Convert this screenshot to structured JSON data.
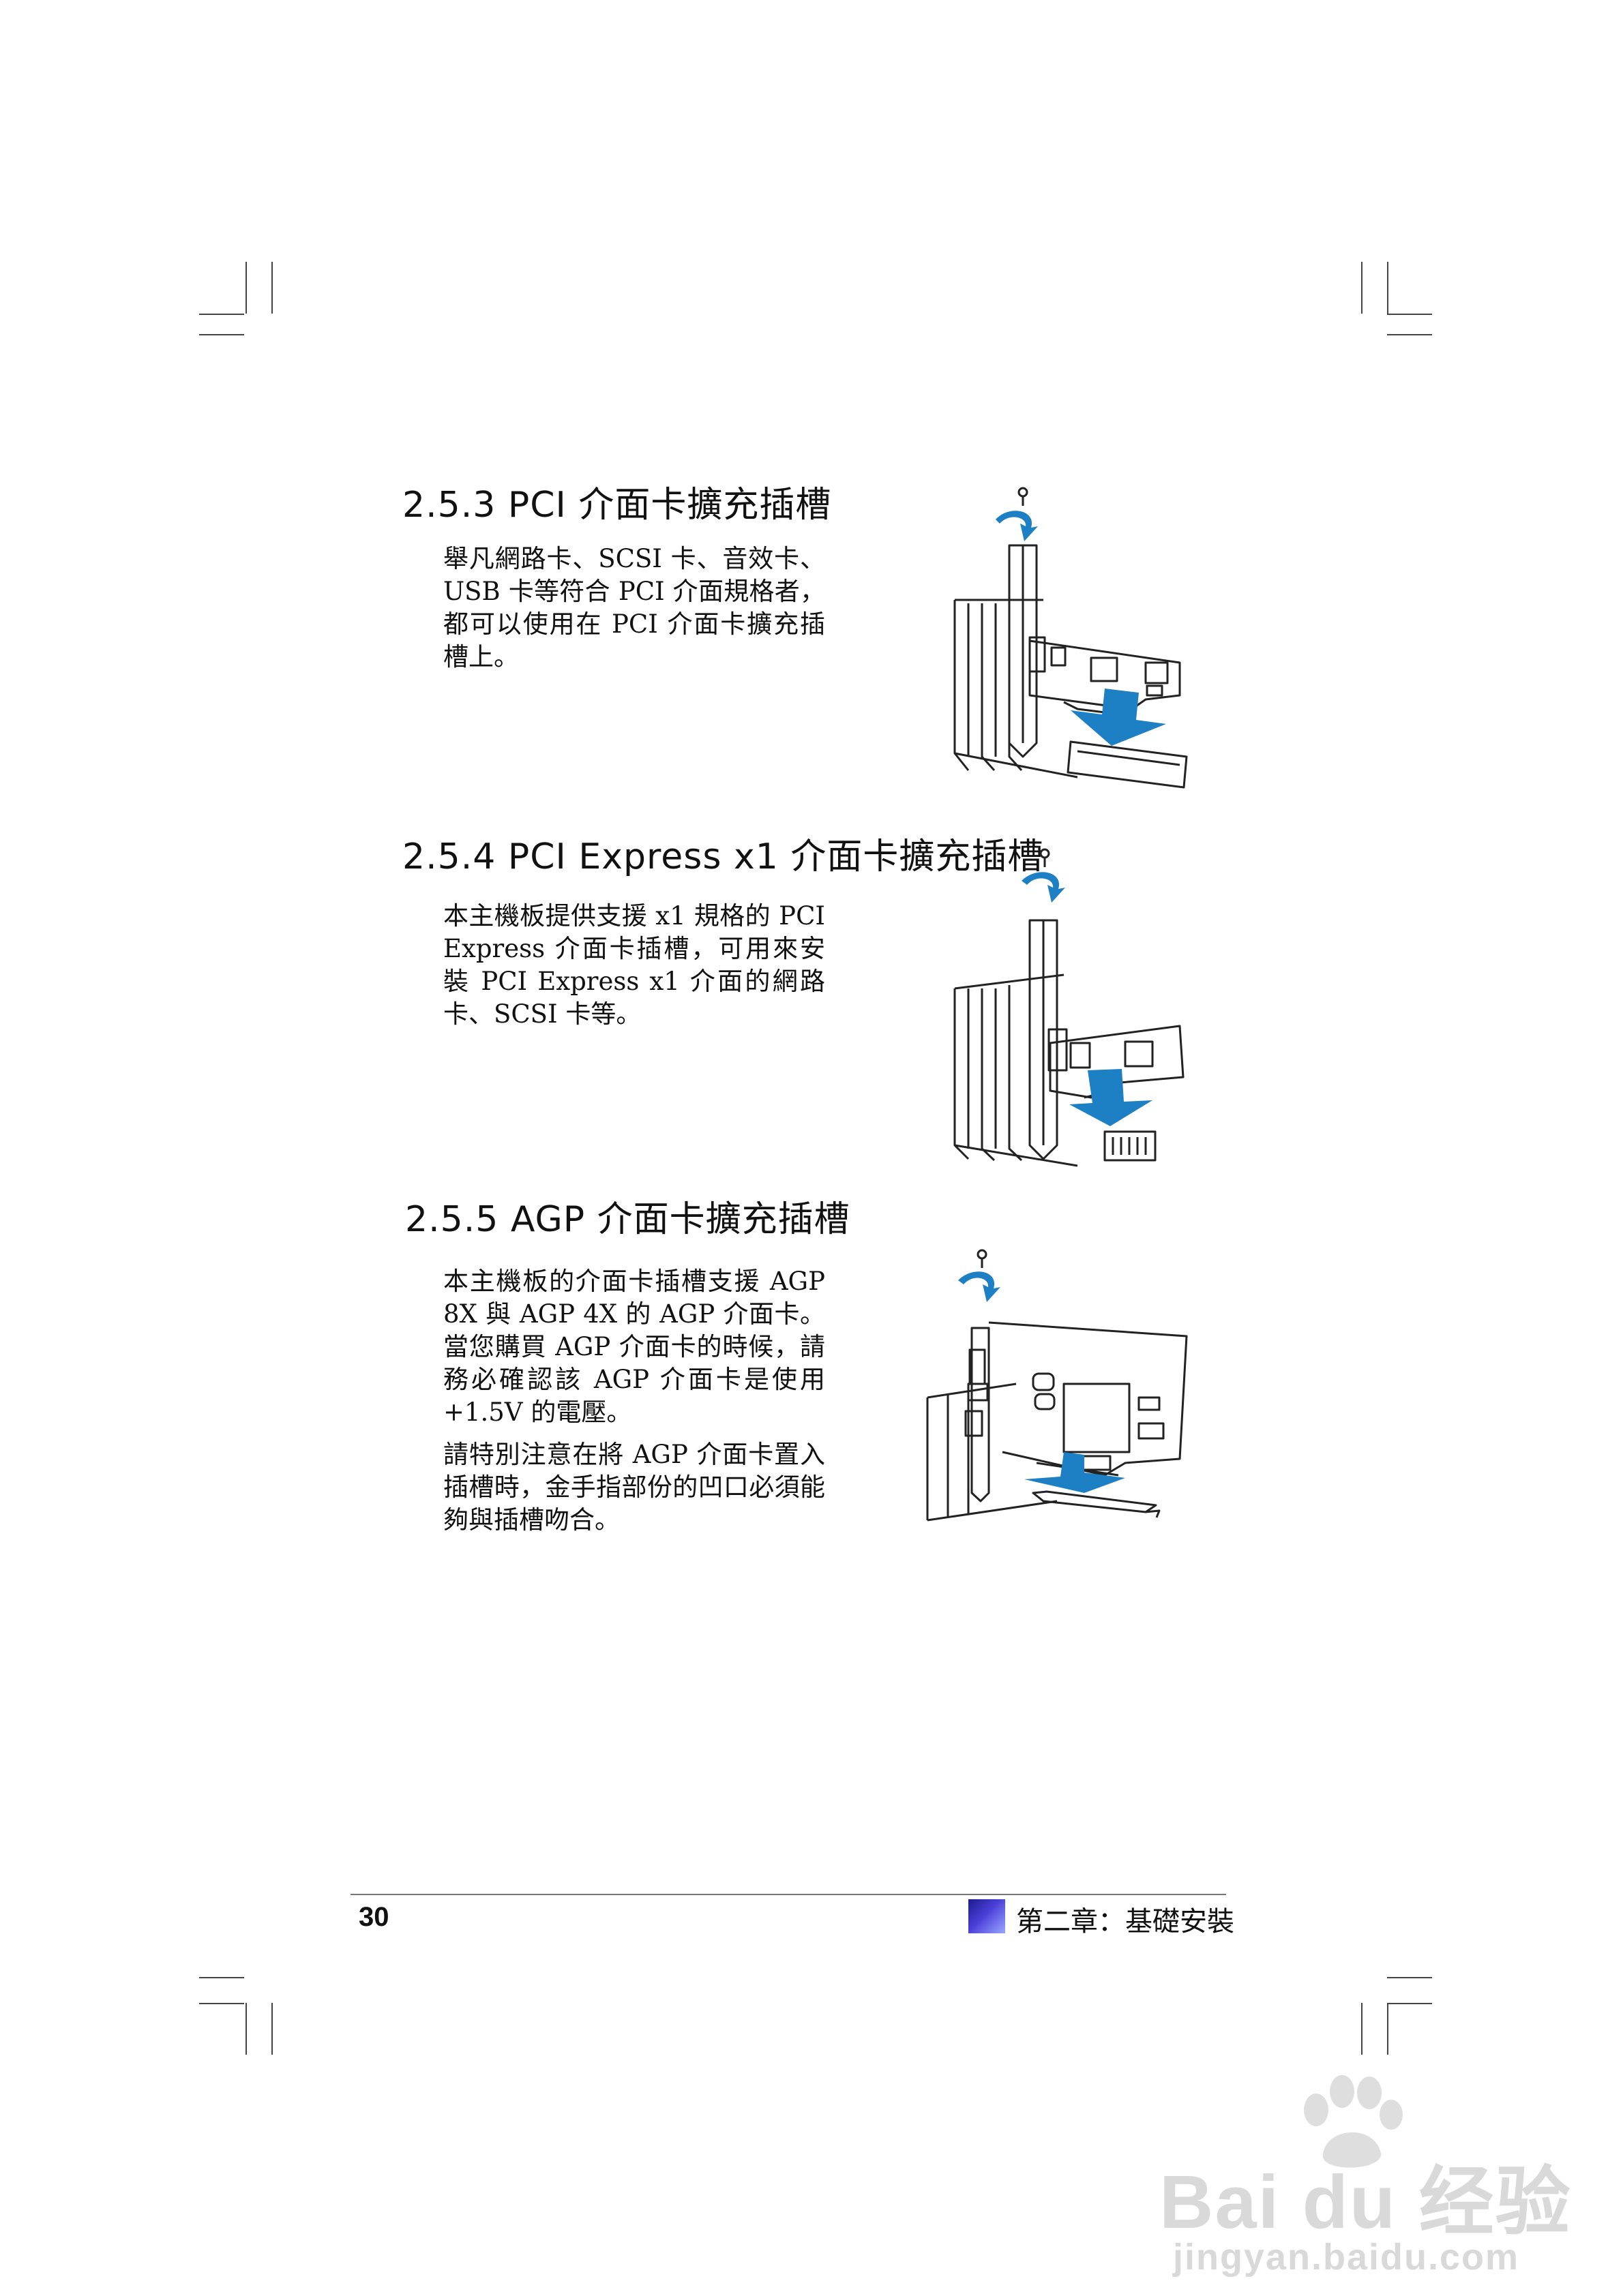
{
  "sections": [
    {
      "title": "2.5.3 PCI 介面卡擴充插槽",
      "paragraphs": [
        "舉凡網路卡、SCSI 卡、音效卡、USB 卡等符合 PCI 介面規格者，都可以使用在 PCI 介面卡擴充插槽上。"
      ]
    },
    {
      "title": "2.5.4 PCI Express x1 介面卡擴充插槽",
      "paragraphs": [
        "本主機板提供支援 x1 規格的 PCI Express 介面卡插槽，可用來安裝 PCI Express x1 介面的網路卡、SCSI 卡等。"
      ]
    },
    {
      "title": "2.5.5 AGP 介面卡擴充插槽",
      "paragraphs": [
        "本主機板的介面卡插槽支援 AGP 8X 與 AGP 4X 的 AGP 介面卡。當您購買 AGP 介面卡的時候，請務必確認該 AGP 介面卡是使用 +1.5V 的電壓。",
        "請特別注意在將 AGP 介面卡置入插槽時，金手指部份的凹口必須能夠與插槽吻合。"
      ]
    }
  ],
  "footer": {
    "page_number": "30",
    "chapter": "第二章：基礎安裝"
  },
  "watermark": {
    "logo": "Bai du 经验",
    "url": "jingyan.baidu.com"
  },
  "colors": {
    "arrow": "#1d7fc4",
    "chapter_box": "#3b34c6",
    "watermark": "#d9d9d9"
  }
}
